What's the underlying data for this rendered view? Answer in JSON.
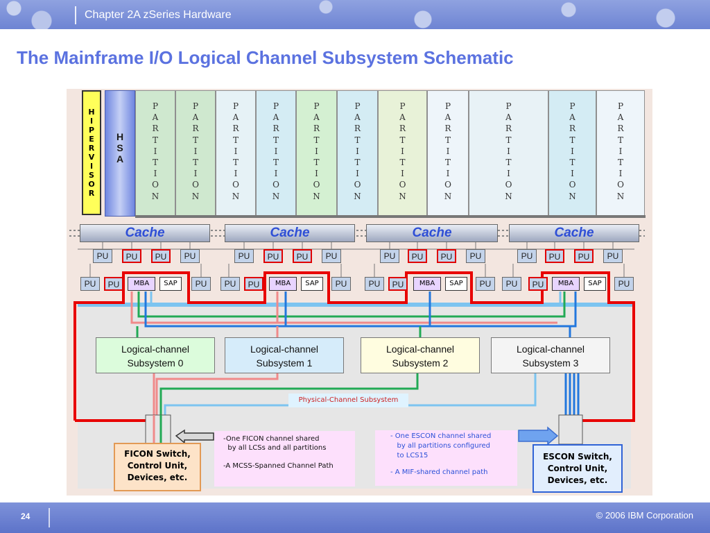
{
  "header": {
    "chapter": "Chapter 2A zSeries Hardware"
  },
  "title": "The Mainframe I/O Logical Channel Subsystem Schematic",
  "diagram": {
    "hypervisor_label": [
      "H",
      "I",
      "P",
      "E",
      "R",
      "V",
      "I",
      "S",
      "O",
      "R"
    ],
    "hsa_label": [
      "H",
      "S",
      "A"
    ],
    "partition_letters": [
      "P",
      "A",
      "R",
      "T",
      "I",
      "T",
      "I",
      "O",
      "N"
    ],
    "partitions": [
      {
        "color": "#cfe8cf"
      },
      {
        "color": "#cfe8cf"
      },
      {
        "color": "#e6f2f6"
      },
      {
        "color": "#d4ecf4"
      },
      {
        "color": "#d4f0d2"
      },
      {
        "color": "#d4ecf4"
      },
      {
        "color": "#e8f2d8"
      },
      {
        "color": "#eef5fa"
      },
      {
        "color": "#e8f2f6"
      },
      {
        "color": "#d4ecf4"
      },
      {
        "color": "#eef5fa"
      }
    ],
    "cache_label": "Cache",
    "pu_label": "PU",
    "mba_label": "MBA",
    "sap_label": "SAP",
    "lcs": [
      {
        "line1": "Logical-channel",
        "line2": "Subsystem 0",
        "color": "#dcfcdc"
      },
      {
        "line1": "Logical-channel",
        "line2": "Subsystem 1",
        "color": "#d6ecfa"
      },
      {
        "line1": "Logical-channel",
        "line2": "Subsystem 2",
        "color": "#fffde0"
      },
      {
        "line1": "Logical-channel",
        "line2": "Subsystem 3",
        "color": "#f4f4f4"
      }
    ],
    "physical_channel_subsystem": "Physical-Channel Subsystem",
    "ficon_note": {
      "line1": "-One FICON channel shared",
      "line2": "  by all LCSs and all partitions",
      "line3": "-A MCSS-Spanned Channel Path"
    },
    "escon_note": {
      "line1": "- One ESCON channel shared",
      "line2": "   by all partitions configured",
      "line3": "   to LCS15",
      "line4": "- A MIF-shared channel path"
    },
    "ficon_switch": {
      "line1": "FICON Switch,",
      "line2": "Control Unit,",
      "line3": "Devices, etc."
    },
    "escon_switch": {
      "line1": "ESCON Switch,",
      "line2": "Control Unit,",
      "line3": "Devices, etc."
    },
    "colors": {
      "red": "#e80000",
      "green": "#22aa55",
      "salmon": "#f08a8a",
      "blue": "#2277dd",
      "lightblue": "#7cc4f0"
    }
  },
  "footer": {
    "page": "24",
    "copyright": "© 2006 IBM Corporation"
  }
}
